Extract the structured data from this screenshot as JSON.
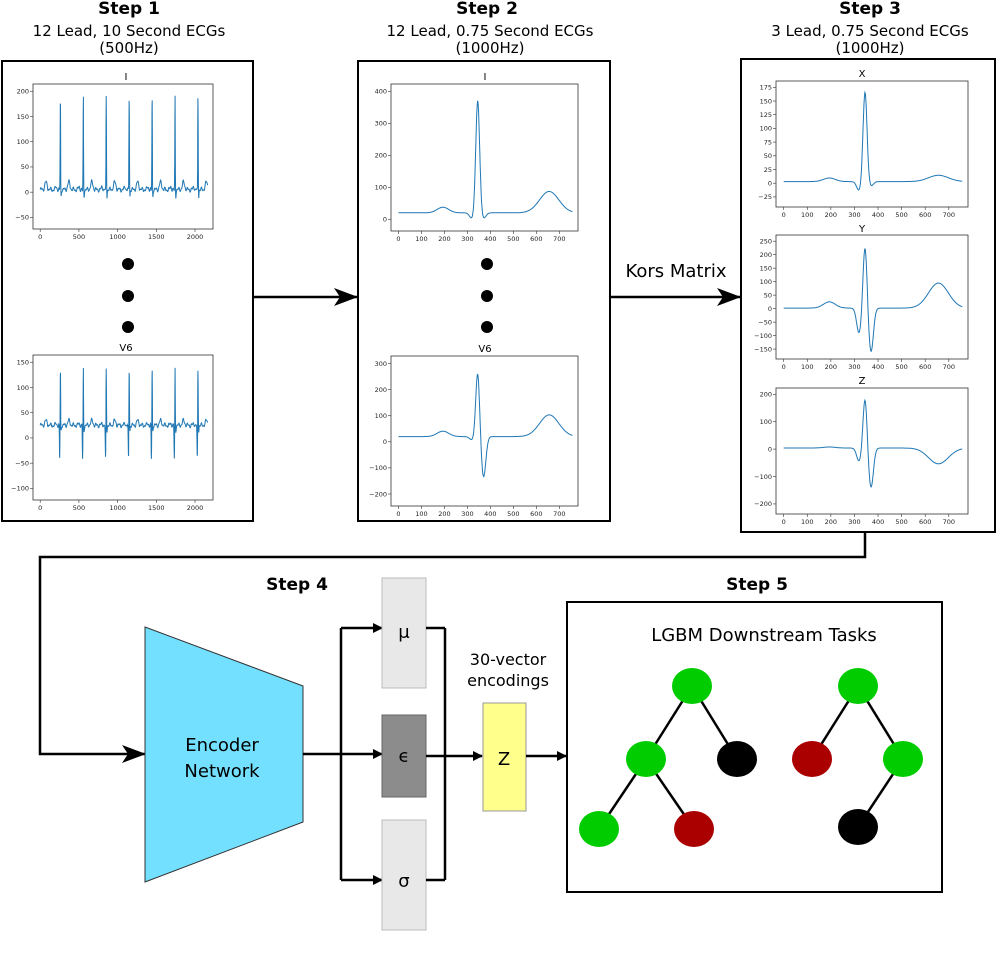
{
  "steps": {
    "step1": {
      "title": "Step 1",
      "line1": "12 Lead, 10 Second ECGs",
      "line2": "(500Hz)"
    },
    "step2": {
      "title": "Step 2",
      "line1": "12 Lead, 0.75 Second ECGs",
      "line2": "(1000Hz)"
    },
    "step3": {
      "title": "Step 3",
      "line1": "3 Lead, 0.75 Second ECGs",
      "line2": "(1000Hz)"
    },
    "step4": {
      "title": "Step 4"
    },
    "step5": {
      "title": "Step 5"
    }
  },
  "plots": {
    "s1_top": {
      "title": "I",
      "yticks": [
        "200",
        "150",
        "100",
        "50",
        "0",
        "−50"
      ],
      "xticks": [
        "0",
        "500",
        "1000",
        "1500",
        "2000"
      ]
    },
    "s1_bot": {
      "title": "V6",
      "yticks": [
        "150",
        "100",
        "50",
        "0",
        "−50",
        "−100"
      ],
      "xticks": [
        "0",
        "500",
        "1000",
        "1500",
        "2000"
      ]
    },
    "s2_top": {
      "title": "I",
      "yticks": [
        "400",
        "300",
        "200",
        "100",
        "0"
      ],
      "xticks": [
        "0",
        "100",
        "200",
        "300",
        "400",
        "500",
        "600",
        "700"
      ]
    },
    "s2_bot": {
      "title": "V6",
      "yticks": [
        "300",
        "200",
        "100",
        "0",
        "−100",
        "−200"
      ],
      "xticks": [
        "0",
        "100",
        "200",
        "300",
        "400",
        "500",
        "600",
        "700"
      ]
    },
    "s3_x": {
      "title": "X",
      "yticks": [
        "175",
        "150",
        "125",
        "100",
        "75",
        "50",
        "25",
        "0",
        "−25"
      ],
      "xticks": [
        "0",
        "100",
        "200",
        "300",
        "400",
        "500",
        "600",
        "700"
      ]
    },
    "s3_y": {
      "title": "Y",
      "yticks": [
        "250",
        "200",
        "150",
        "100",
        "50",
        "0",
        "−50",
        "−100",
        "−150"
      ],
      "xticks": [
        "0",
        "100",
        "200",
        "300",
        "400",
        "500",
        "600",
        "700"
      ]
    },
    "s3_z": {
      "title": "Z",
      "yticks": [
        "200",
        "100",
        "0",
        "−100",
        "−200"
      ],
      "xticks": [
        "0",
        "100",
        "200",
        "300",
        "400",
        "500",
        "600",
        "700"
      ]
    }
  },
  "transform_label": "Kors Matrix",
  "encoder": {
    "line1": "Encoder",
    "line2": "Network"
  },
  "latent": {
    "mu": "μ",
    "eps": "ϵ",
    "sigma": "σ",
    "z": "Z"
  },
  "encodings": {
    "line1": "30-vector",
    "line2": "encodings"
  },
  "downstream_title": "LGBM Downstream Tasks",
  "colors": {
    "signal": "#1f77b4",
    "encoder": "#73e0ff",
    "z_box": "#ffff8c",
    "eps_box": "#8c8c8c",
    "mu_sigma_box": "#e8e8e8",
    "node_green": "#00cc00",
    "node_red": "#aa0000",
    "node_black": "#000000"
  },
  "trees": [
    {
      "nodes": [
        "green",
        "green",
        "black",
        "green",
        "red"
      ]
    },
    {
      "nodes": [
        "green",
        "red",
        "green",
        "black"
      ]
    }
  ]
}
